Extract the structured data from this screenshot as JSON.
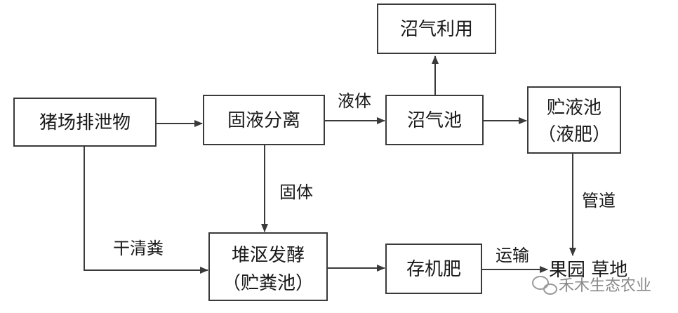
{
  "nodes": {
    "pig_farm": "猪场排泄物",
    "separation": "固液分离",
    "biogas_use": "沼气利用",
    "digester": "沼气池",
    "storage_tank_line1": "贮液池",
    "storage_tank_line2": "（液肥）",
    "compost_line1": "堆沤发酵",
    "compost_line2": "（贮粪池）",
    "organic_fertilizer": "存机肥",
    "destination": "果园  草地"
  },
  "edges": {
    "liquid": "液体",
    "solid": "固体",
    "dry_manure": "干清粪",
    "pipeline": "管道",
    "transport": "运输"
  },
  "watermark": {
    "text": "禾木生态农业"
  }
}
